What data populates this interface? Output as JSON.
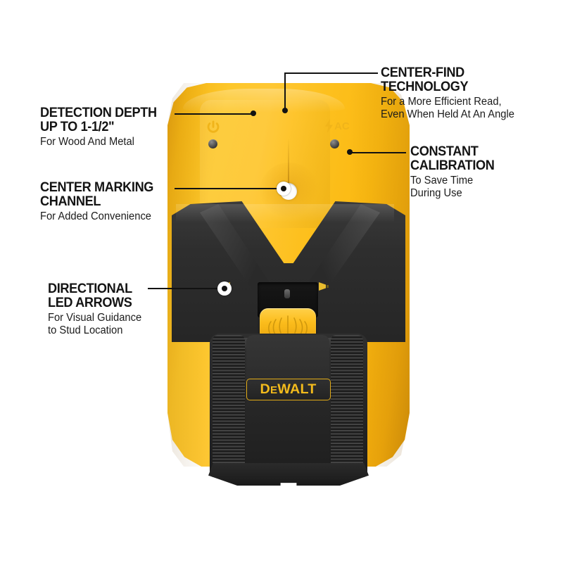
{
  "image": {
    "subject": "DEWALT stud finder product feature infographic",
    "background_color": "#ffffff"
  },
  "brand": {
    "name": "DEWALT",
    "logo_prefix": "D",
    "logo_e": "E",
    "logo_suffix": "WALT",
    "logo_text_color": "#f3bb1c",
    "body_color": "#fdc12a",
    "accent_black": "#262626"
  },
  "callouts": [
    {
      "id": "detection-depth",
      "side": "left",
      "heading_line1": "DETECTION DEPTH",
      "heading_line2": "UP TO 1-1/2\"",
      "sub_line1": "For Wood And Metal",
      "sub_line2": ""
    },
    {
      "id": "center-marking-channel",
      "side": "left",
      "heading_line1": "CENTER MARKING",
      "heading_line2": "CHANNEL",
      "sub_line1": "For Added Convenience",
      "sub_line2": ""
    },
    {
      "id": "directional-led-arrows",
      "side": "left",
      "heading_line1": "DIRECTIONAL",
      "heading_line2": "LED ARROWS",
      "sub_line1": "For Visual Guidance",
      "sub_line2": "to Stud Location"
    },
    {
      "id": "center-find-technology",
      "side": "right",
      "heading_line1": "CENTER-FIND",
      "heading_line2": "TECHNOLOGY",
      "sub_line1": "For a More Efficient Read,",
      "sub_line2": "Even When Held At An Angle"
    },
    {
      "id": "constant-calibration",
      "side": "right",
      "heading_line1": "CONSTANT",
      "heading_line2": "CALIBRATION",
      "sub_line1": "To Save Time",
      "sub_line2": "During Use"
    }
  ],
  "device_controls": {
    "power_icon": "power-icon",
    "ac_icon": "lightning-bolt-icon",
    "ac_label": "AC",
    "scan_button_icon": "stud-scan-wave-icon",
    "led_left_icon": "led-arrow-left-icon",
    "led_right_icon": "led-arrow-right-icon",
    "center_hole_icon": "center-marking-hole",
    "led_color": "#e8bc2e"
  }
}
